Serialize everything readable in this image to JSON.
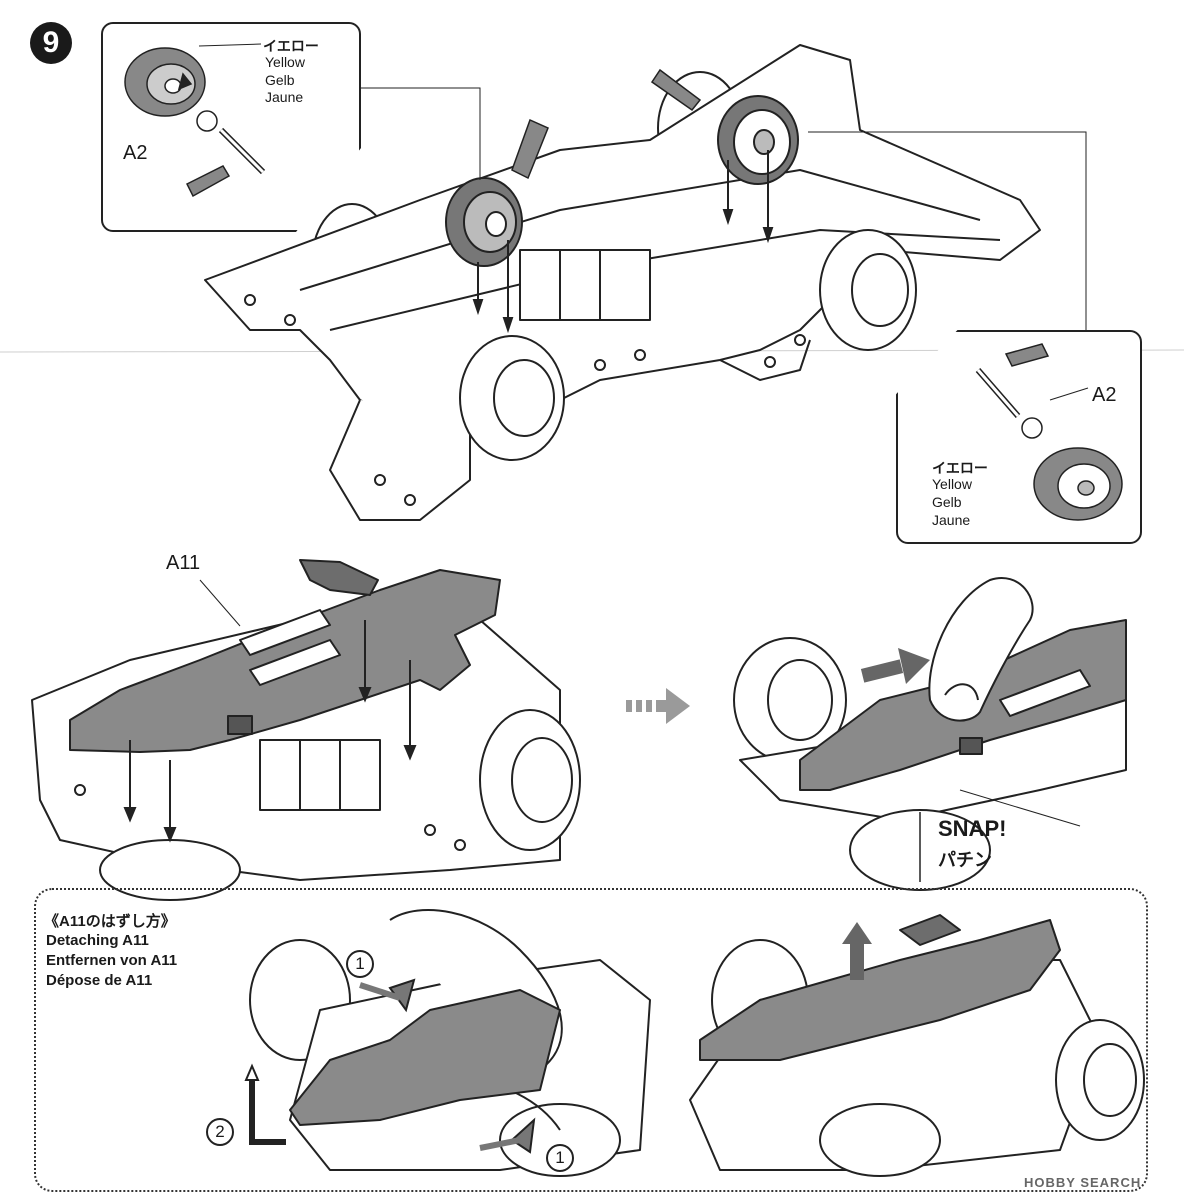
{
  "step": {
    "number": "9"
  },
  "callout_left": {
    "color_jp": "イエロー",
    "color_en": "Yellow",
    "color_de": "Gelb",
    "color_fr": "Jaune",
    "part": "A2"
  },
  "callout_right": {
    "color_jp": "イエロー",
    "color_en": "Yellow",
    "color_de": "Gelb",
    "color_fr": "Jaune",
    "part": "A2"
  },
  "install": {
    "part_label": "A11",
    "snap_en": "SNAP!",
    "snap_jp": "パチン"
  },
  "detach": {
    "title_jp": "《A11のはずし方》",
    "title_en": "Detaching A11",
    "title_de": "Entfernen von A11",
    "title_fr": "Dépose de A11",
    "marker_1": "1",
    "marker_2": "2"
  },
  "watermark": "HOBBY SEARCH",
  "colors": {
    "line": "#222222",
    "part_gray": "#8a8a8a",
    "dark_gray": "#555555",
    "bg": "#ffffff"
  }
}
